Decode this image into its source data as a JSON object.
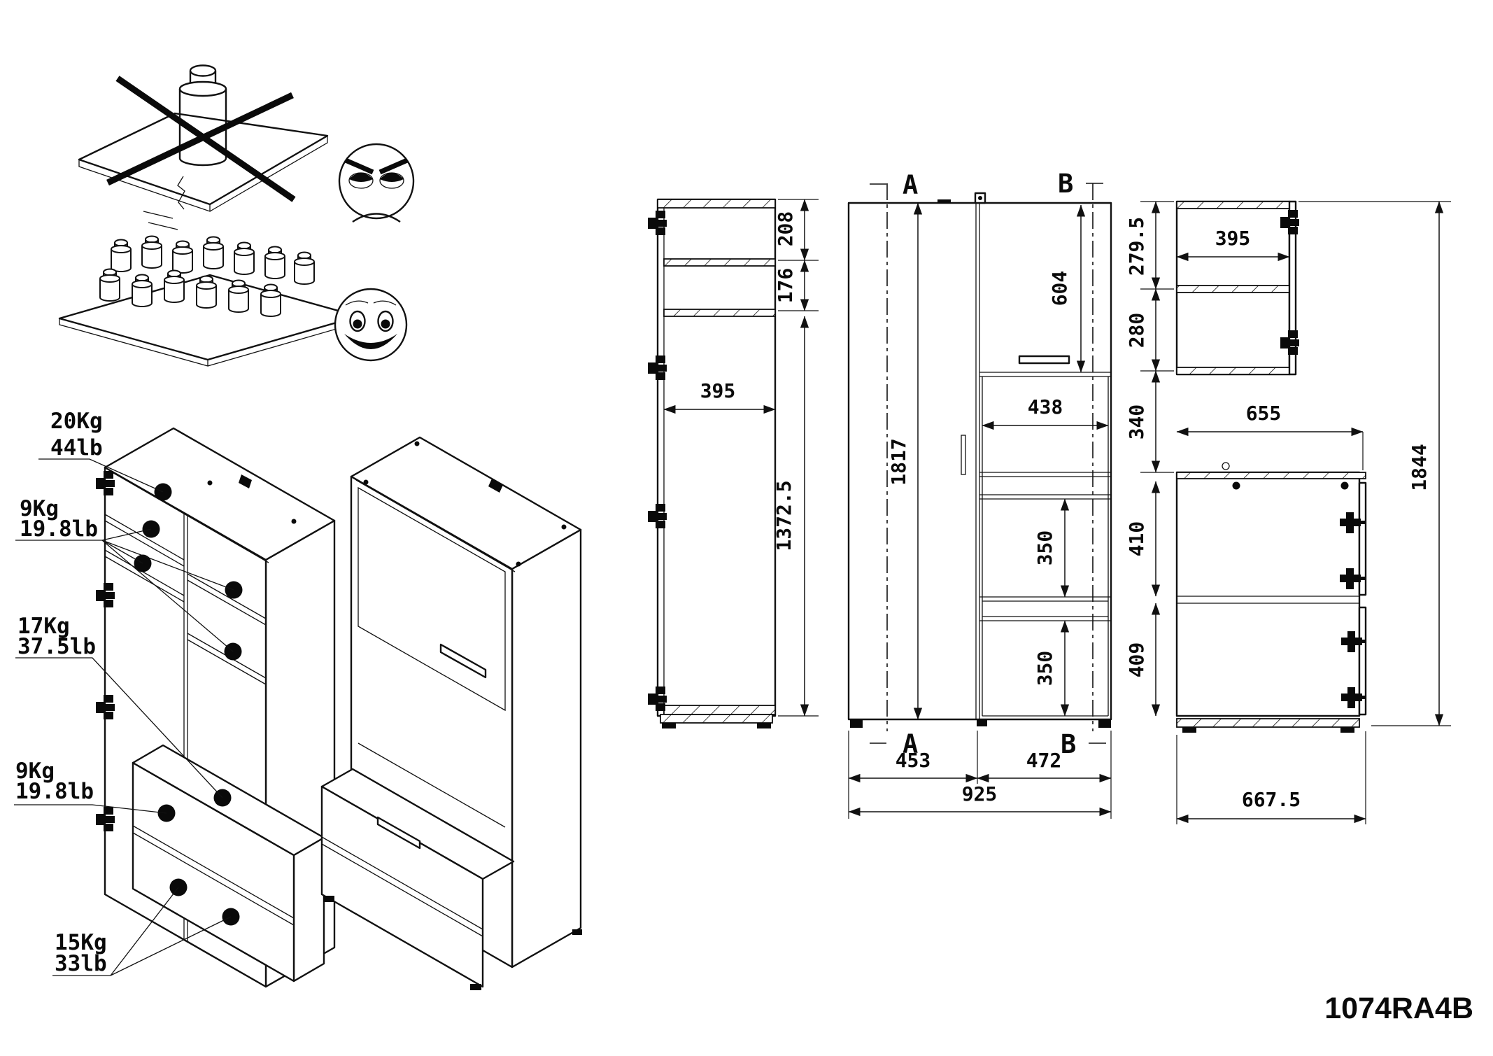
{
  "drawing": {
    "part_number": "1074RA4B"
  },
  "load_limits": {
    "top": {
      "kg": "20Kg",
      "lb": "44lb"
    },
    "upper_shelves": {
      "kg": "9Kg",
      "lb": "19.8lb"
    },
    "worktop": {
      "kg": "17Kg",
      "lb": "37.5lb"
    },
    "lower_left": {
      "kg": "9Kg",
      "lb": "19.8lb"
    },
    "lower_shelves": {
      "kg": "15Kg",
      "lb": "33lb"
    }
  },
  "views": {
    "side_left": {
      "h_top": "208",
      "h_mid": "176",
      "width": "395",
      "h_body": "1372.5"
    },
    "front": {
      "section_a": "A",
      "section_b": "B",
      "total_height": "1817",
      "door_height": "604",
      "opening_width": "438",
      "shelf_1": "350",
      "shelf_2": "350",
      "left_width": "453",
      "right_width": "472",
      "total_width": "925"
    },
    "side_right": {
      "top_depth": "279.5",
      "mid_depth": "280",
      "gap": "340",
      "drawer_1": "410",
      "drawer_2": "409",
      "top_width": "395",
      "counter_width": "655",
      "total_height": "1844",
      "bottom_width": "667.5"
    }
  }
}
